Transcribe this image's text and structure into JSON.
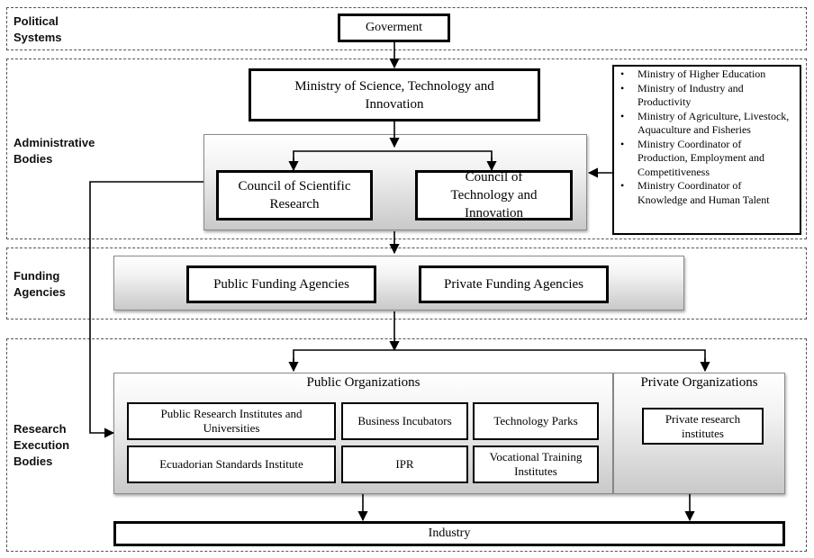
{
  "bands": {
    "political": "Political\nSystems",
    "administrative": "Administrative\nBodies",
    "funding": "Funding\nAgencies",
    "research": "Research\nExecution\nBodies"
  },
  "government": "Goverment",
  "ministry": "Ministry of Science, Technology and Innovation",
  "council_scientific": "Council of Scientific Research",
  "council_technology": "Council of Technology and Innovation",
  "ministries_list": [
    "Ministry of Higher Education",
    "Ministry of Industry and Productivity",
    "Ministry of Agriculture, Livestock, Aquaculture and Fisheries",
    "Ministry Coordinator of Production, Employment and Competitiveness",
    "Ministry Coordinator of Knowledge and Human Talent"
  ],
  "funding": {
    "public": "Public Funding Agencies",
    "private": "Private Funding Agencies"
  },
  "public_orgs": {
    "title": "Public Organizations",
    "items": [
      "Public Research Institutes and Universities",
      "Business Incubators",
      "Technology Parks",
      "Ecuadorian Standards Institute",
      "IPR",
      "Vocational Training Institutes"
    ]
  },
  "private_orgs": {
    "title": "Private Organizations",
    "items": [
      "Private research institutes"
    ]
  },
  "industry": "Industry"
}
